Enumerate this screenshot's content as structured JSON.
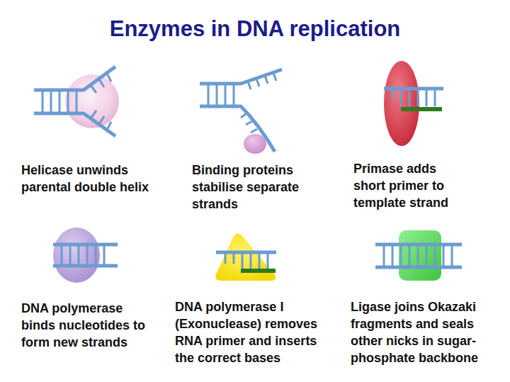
{
  "diagram": {
    "title": "Enzymes in DNA replication",
    "labels": [
      "Helicase unwinds parental double helix",
      "Binding proteins stabilise separate strands",
      "Primase adds short primer to template strand",
      "DNA polymerase binds nucleotides to form new strands",
      "DNA polymerase I (Exonuclease) removes RNA primer and inserts the correct bases",
      "Ligase joins Okazaki fragments and seals other nicks in sugar-phosphate backbone"
    ]
  }
}
